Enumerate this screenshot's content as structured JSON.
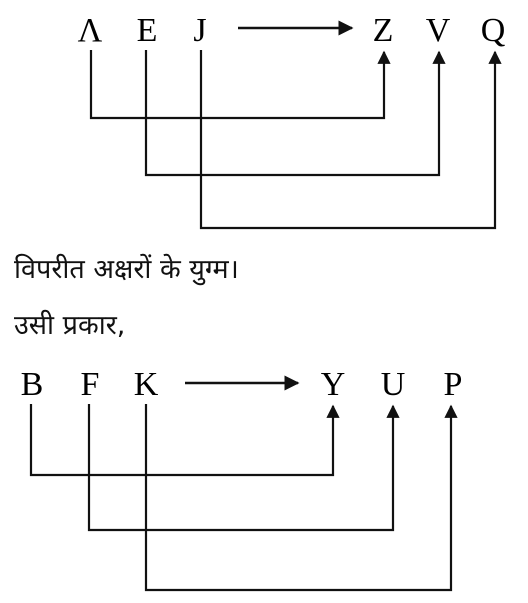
{
  "top_group": {
    "source_letters": [
      "Λ",
      "E",
      "J"
    ],
    "target_letters": [
      "Z",
      "V",
      "Q"
    ]
  },
  "caption_line_1": "विपरीत अक्षरों के युग्म।",
  "caption_line_2": "उसी प्रकार,",
  "bottom_group": {
    "source_letters": [
      "B",
      "F",
      "K"
    ],
    "target_letters": [
      "Y",
      "U",
      "P"
    ]
  },
  "colors": {
    "ink": "#111111",
    "background": "#ffffff"
  }
}
